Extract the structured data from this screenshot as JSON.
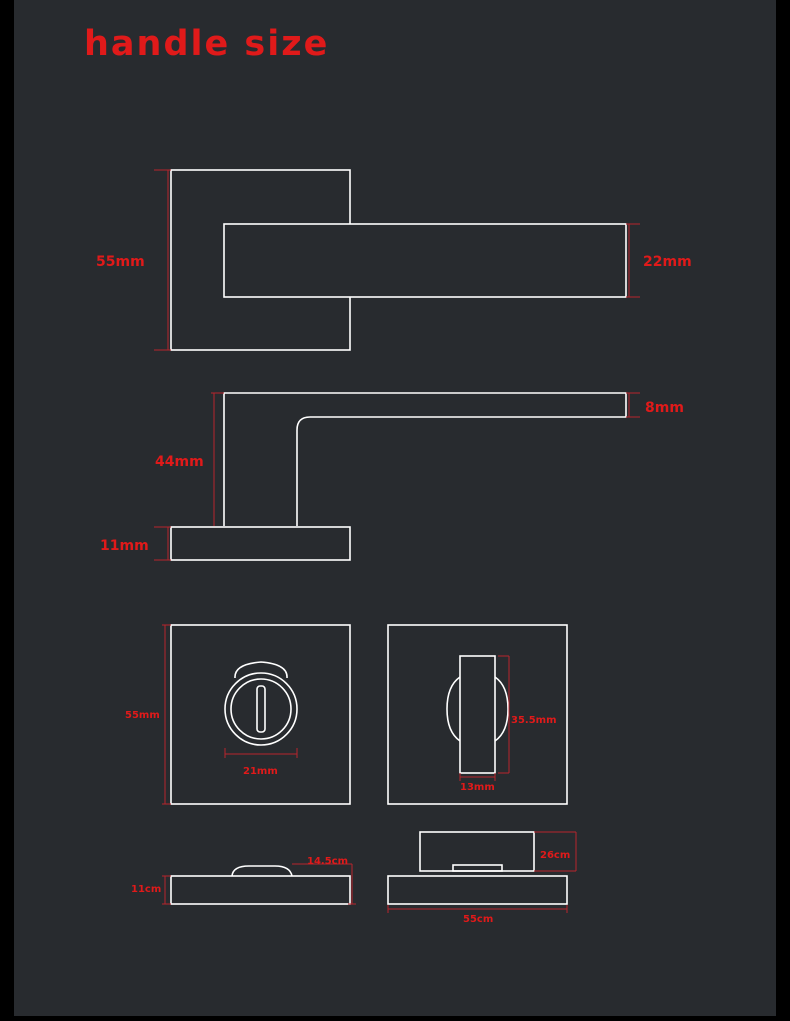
{
  "title": "handle size",
  "colors": {
    "background": "#282b2f",
    "outline": "#ffffff",
    "annotation": "#e01a1a"
  },
  "lever_front": {
    "height_label": "55mm",
    "grip_label": "22mm"
  },
  "lever_side": {
    "thickness_label": "8mm",
    "reach_label": "44mm",
    "base_label": "11mm"
  },
  "thumbturn_front": {
    "height_label": "55mm",
    "knob_label": "21mm"
  },
  "release_front": {
    "height_label": "35.5mm",
    "width_label": "13mm"
  },
  "thumbturn_side": {
    "base_label": "11cm",
    "knob_label": "14.5cm"
  },
  "release_side": {
    "height_label": "26cm",
    "width_label": "55cm"
  }
}
